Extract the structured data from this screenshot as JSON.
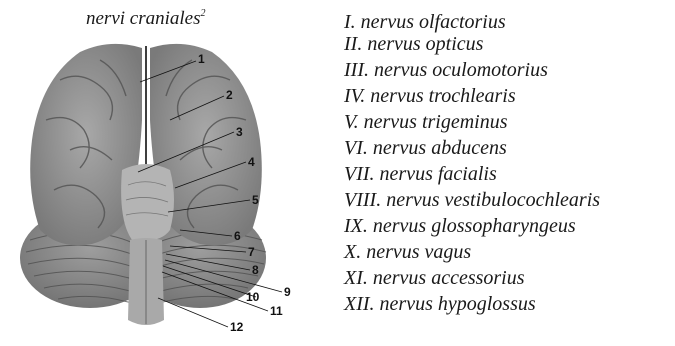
{
  "title": {
    "text": "nervi craniales",
    "superscript": "2"
  },
  "diagram": {
    "labels": [
      "1",
      "2",
      "3",
      "4",
      "5",
      "6",
      "7",
      "8",
      "9",
      "10",
      "11",
      "12"
    ]
  },
  "nerves": [
    "I. nervus olfactorius",
    "II. nervus opticus",
    "III. nervus oculomotorius",
    "IV. nervus trochlearis",
    "V. nervus trigeminus",
    "VI. nervus abducens",
    "VII. nervus facialis",
    "VIII. nervus vestibulocochlearis",
    "IX. nervus glossopharyngeus",
    "X. nervus vagus",
    "XI. nervus accessorius",
    "XII. nervus hypoglossus"
  ],
  "colors": {
    "text": "#1a1a1a",
    "brain": "#8f8f8f",
    "brain_dark": "#5f5f5f"
  }
}
